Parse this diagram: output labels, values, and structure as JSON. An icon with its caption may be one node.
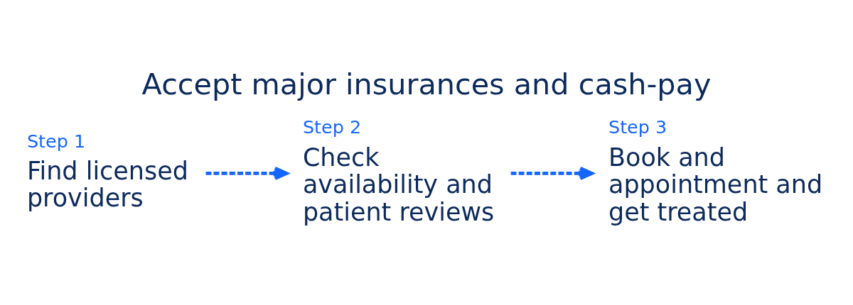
{
  "diagram": {
    "title": "Accept major insurances and cash-pay",
    "nodes": [
      {
        "text": [
          "Step 1",
          "Find licensed providers"
        ]
      },
      {
        "text": [
          "Step 2",
          "Check availability and patient reviews"
        ]
      },
      {
        "text": [
          "Step 3",
          "Book and appointment and get treated"
        ]
      }
    ],
    "edges": [
      {
        "from": 0,
        "to": 1,
        "arrow": "to",
        "style": "dashed"
      },
      {
        "from": 1,
        "to": 2,
        "arrow": "to",
        "style": "dashed"
      }
    ]
  }
}
